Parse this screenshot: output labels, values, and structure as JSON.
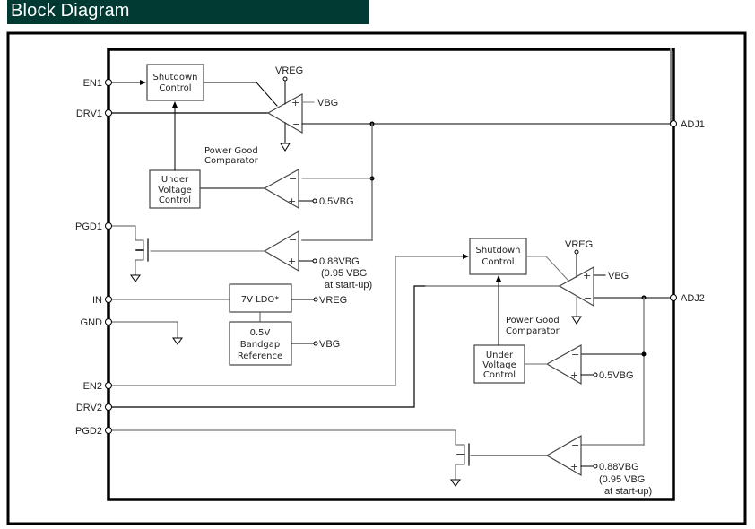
{
  "header": {
    "title": "Block Diagram",
    "bg_color": "#003a32"
  },
  "pins_left": [
    {
      "id": "EN1",
      "label": "EN1"
    },
    {
      "id": "DRV1",
      "label": "DRV1"
    },
    {
      "id": "PGD1",
      "label": "PGD1"
    },
    {
      "id": "IN",
      "label": "IN"
    },
    {
      "id": "GND",
      "label": "GND"
    },
    {
      "id": "EN2",
      "label": "EN2"
    },
    {
      "id": "DRV2",
      "label": "DRV2"
    },
    {
      "id": "PGD2",
      "label": "PGD2"
    }
  ],
  "pins_right": [
    {
      "id": "ADJ1",
      "label": "ADJ1"
    },
    {
      "id": "ADJ2",
      "label": "ADJ2"
    }
  ],
  "channel1": {
    "shutdown": [
      "Shutdown",
      "Control"
    ],
    "uvlo": [
      "Under",
      "Voltage",
      "Control"
    ],
    "pg_label": [
      "Power Good",
      "Comparator"
    ],
    "vreg": "VREG",
    "vbg": "VBG",
    "ref_05": "0.5VBG",
    "ref_088": "0.88VBG",
    "ref_095": "(0.95 VBG",
    "startup": "at start-up)"
  },
  "channel2": {
    "shutdown": [
      "Shutdown",
      "Control"
    ],
    "uvlo": [
      "Under",
      "Voltage",
      "Control"
    ],
    "pg_label": [
      "Power Good",
      "Comparator"
    ],
    "vreg": "VREG",
    "vbg": "VBG",
    "ref_05": "0.5VBG",
    "ref_088": "0.88VBG",
    "ref_095": "(0.95 VBG",
    "startup": "at start-up)"
  },
  "ldo": {
    "label": "7V  LDO*",
    "out": "VREG"
  },
  "bandgap": {
    "lines": [
      "0.5V",
      "Bandgap",
      "Reference"
    ],
    "out": "VBG"
  },
  "signs": {
    "plus": "+",
    "minus": "−"
  }
}
